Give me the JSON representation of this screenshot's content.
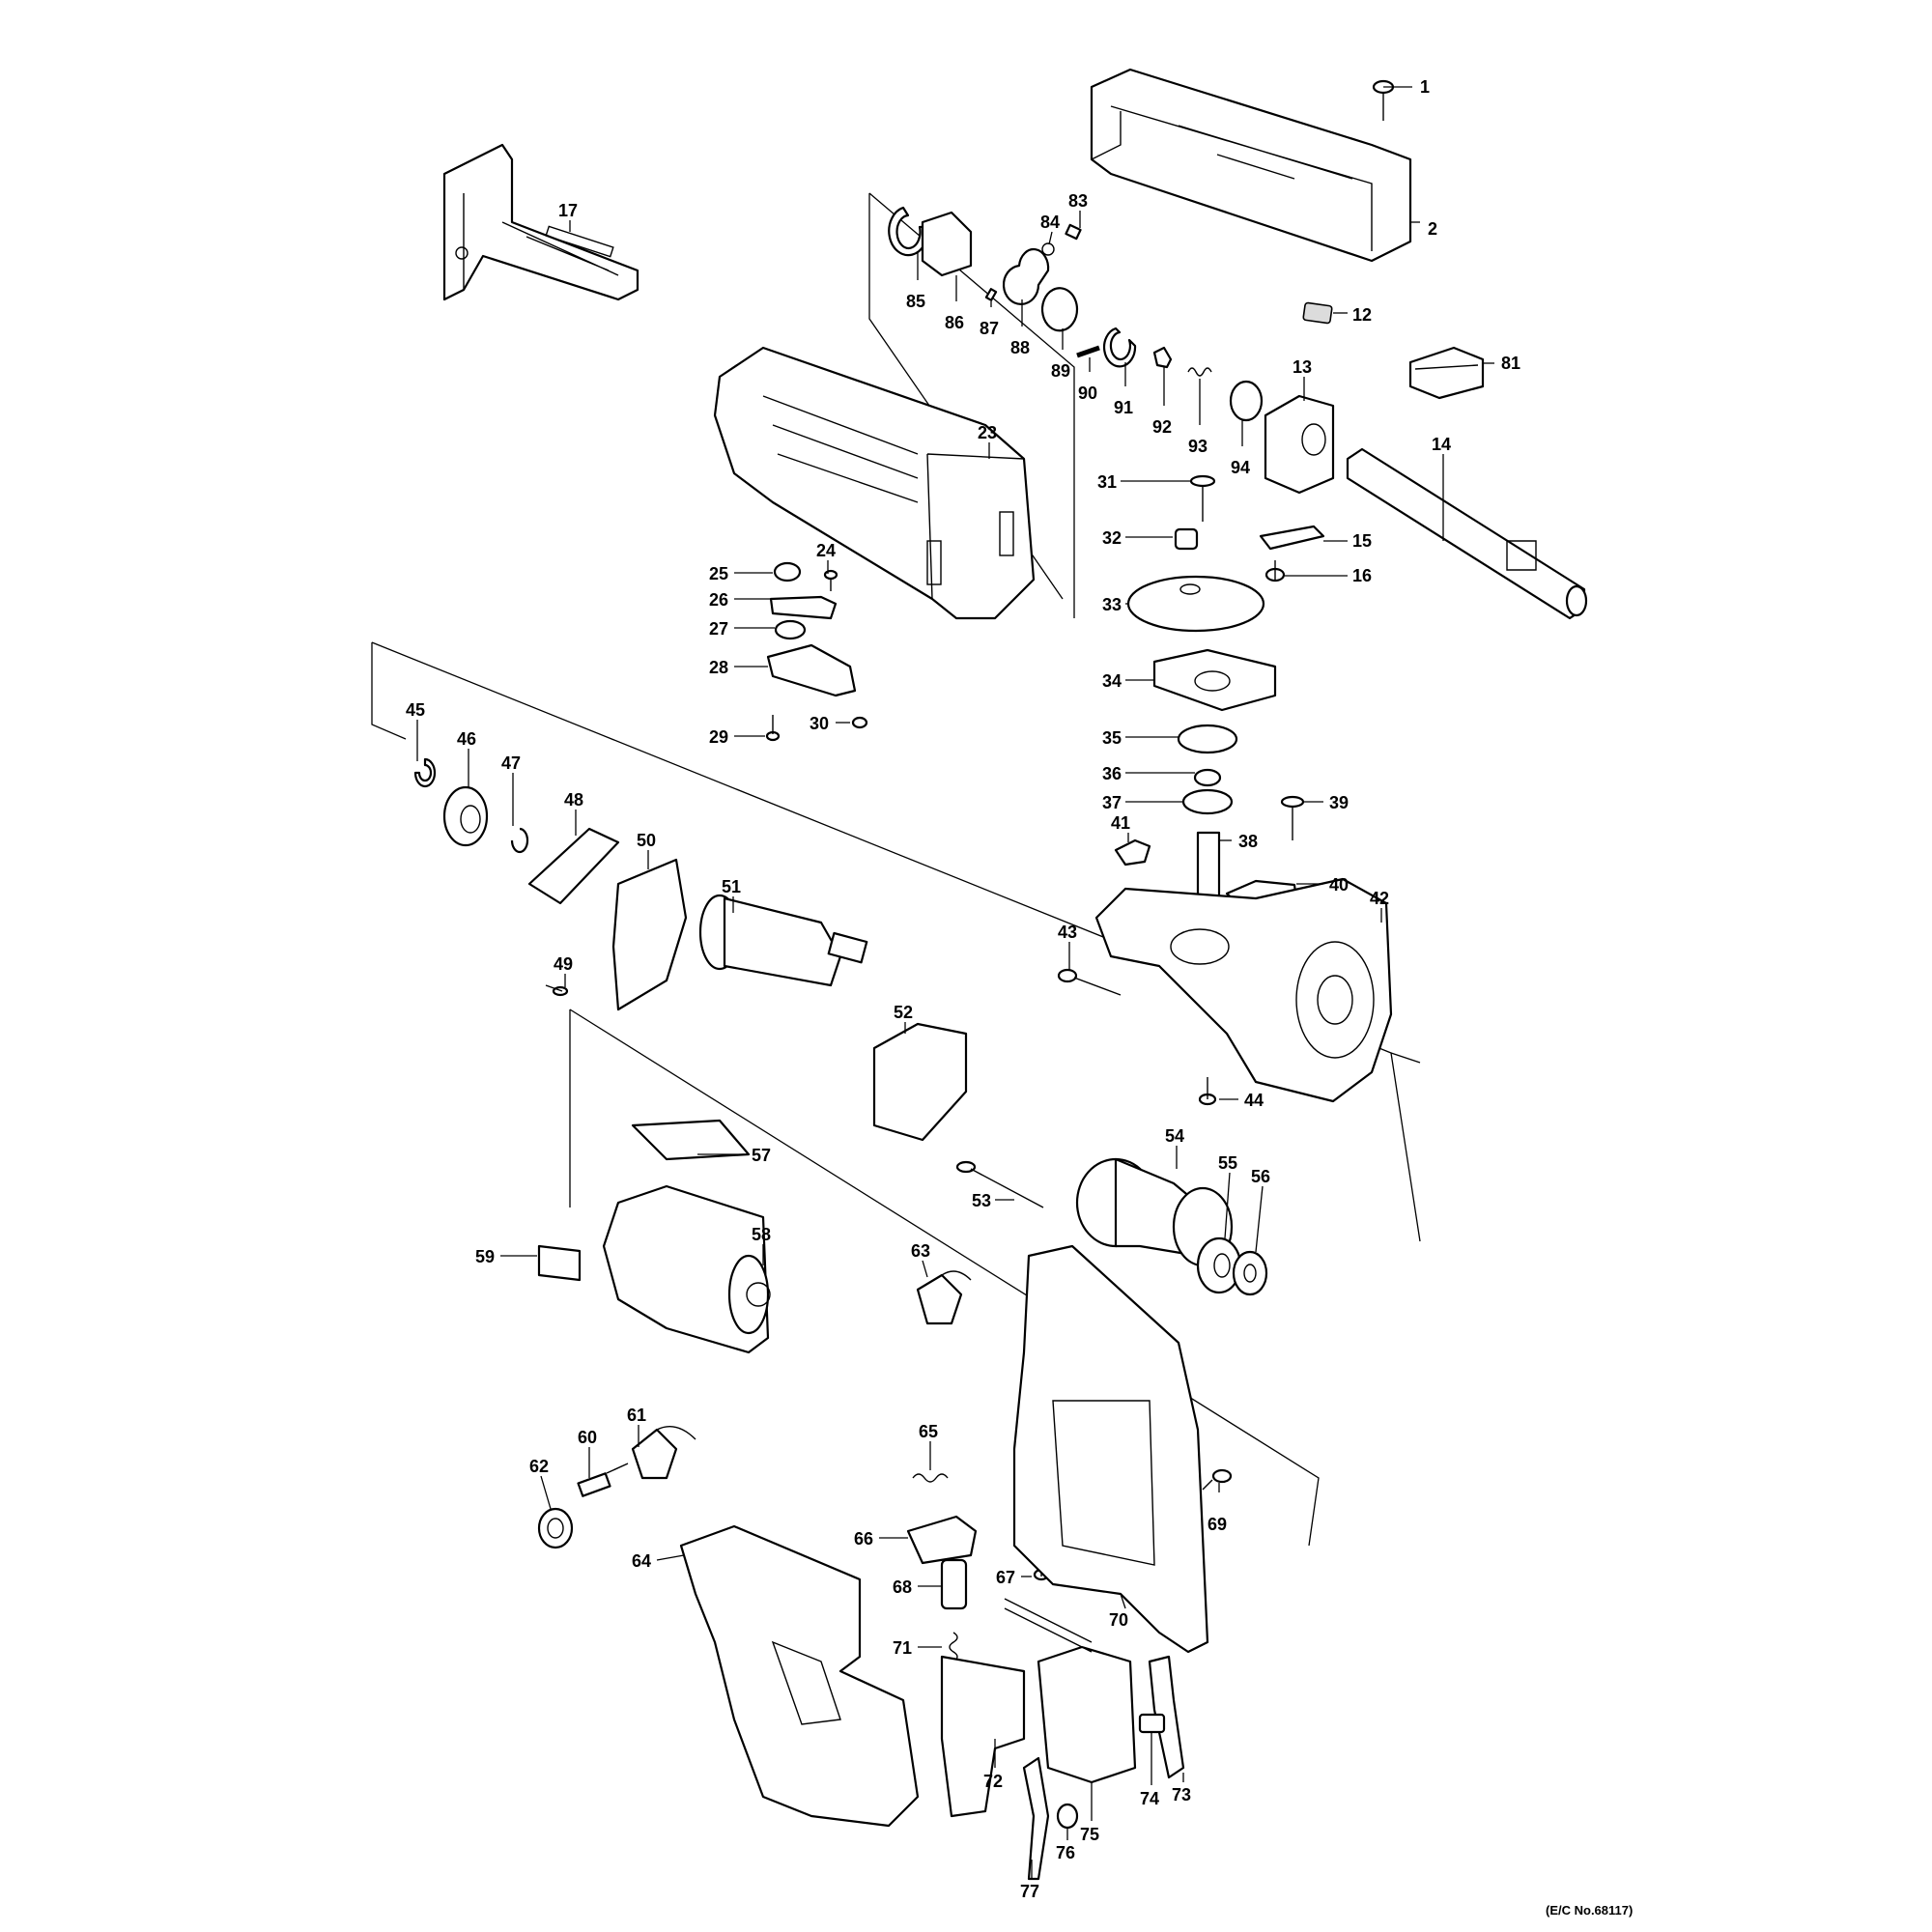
{
  "diagram": {
    "ec_number": "(E/C No.68117)",
    "part_numbers": [
      "1",
      "2",
      "12",
      "13",
      "14",
      "15",
      "16",
      "17",
      "23",
      "24",
      "25",
      "26",
      "27",
      "28",
      "29",
      "30",
      "31",
      "32",
      "33",
      "34",
      "35",
      "36",
      "37",
      "38",
      "39",
      "40",
      "41",
      "42",
      "43",
      "44",
      "45",
      "46",
      "47",
      "48",
      "49",
      "50",
      "51",
      "52",
      "53",
      "54",
      "55",
      "56",
      "57",
      "58",
      "59",
      "60",
      "61",
      "62",
      "63",
      "64",
      "65",
      "66",
      "67",
      "68",
      "69",
      "70",
      "71",
      "72",
      "73",
      "74",
      "75",
      "76",
      "77",
      "81",
      "83",
      "84",
      "85",
      "86",
      "87",
      "88",
      "89",
      "90",
      "91",
      "92",
      "93",
      "94"
    ]
  }
}
